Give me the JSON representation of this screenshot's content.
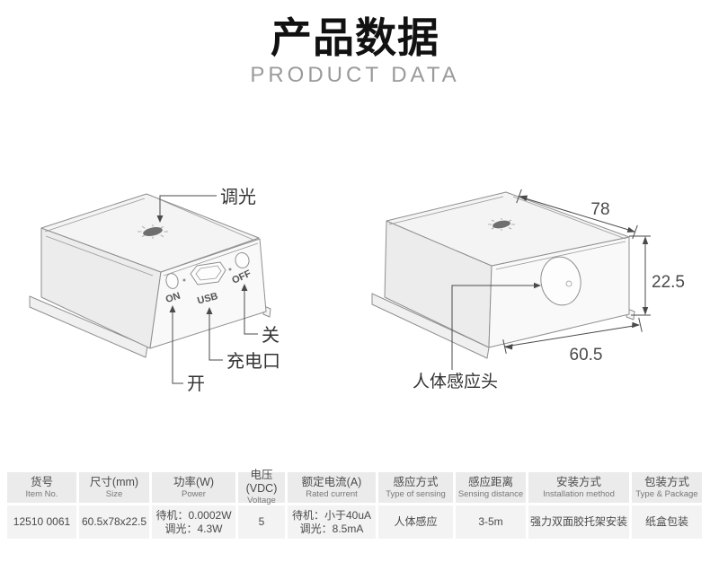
{
  "colors": {
    "title": "#111111",
    "subtitle": "#9a9a9a",
    "drawing_line": "#8f8f8f",
    "annotation_line": "#4a4a4a",
    "table_header_bg": "#ebebec",
    "table_row_bg": "#f3f3f4",
    "table_text": "#4a4a4a",
    "table_subtext": "#777777"
  },
  "header": {
    "title": "产品数据",
    "subtitle": "PRODUCT DATA"
  },
  "diagrams": {
    "left": {
      "labels": {
        "dimming": "调光",
        "open": "开",
        "close": "关",
        "charging_port": "充电口",
        "on": "ON",
        "usb": "USB",
        "off": "OFF"
      }
    },
    "right": {
      "labels": {
        "sensor_head": "人体感应头"
      },
      "dimensions": {
        "top_edge": "78",
        "height": "22.5",
        "front_edge": "60.5"
      }
    }
  },
  "table": {
    "columns": [
      {
        "cn": "货号",
        "en": "Item No."
      },
      {
        "cn": "尺寸(mm)",
        "en": "Size"
      },
      {
        "cn": "功率(W)",
        "en": "Power"
      },
      {
        "cn": "电压(VDC)",
        "en": "Voltage"
      },
      {
        "cn": "额定电流(A)",
        "en": "Rated current"
      },
      {
        "cn": "感应方式",
        "en": "Type of sensing"
      },
      {
        "cn": "感应距离",
        "en": "Sensing distance"
      },
      {
        "cn": "安装方式",
        "en": "Installation method"
      },
      {
        "cn": "包装方式",
        "en": "Type & Package"
      }
    ],
    "cells": [
      {
        "lines": [
          "12510 0061"
        ]
      },
      {
        "lines": [
          "60.5x78x22.5"
        ]
      },
      {
        "lines": [
          "待机：0.0002W",
          "调光：4.3W"
        ]
      },
      {
        "lines": [
          "5"
        ]
      },
      {
        "lines": [
          "待机：小于40uA",
          "调光：8.5mA"
        ]
      },
      {
        "lines": [
          "人体感应"
        ]
      },
      {
        "lines": [
          "3-5m"
        ]
      },
      {
        "lines": [
          "强力双面胶托架安装"
        ]
      },
      {
        "lines": [
          "纸盒包装"
        ]
      }
    ]
  }
}
